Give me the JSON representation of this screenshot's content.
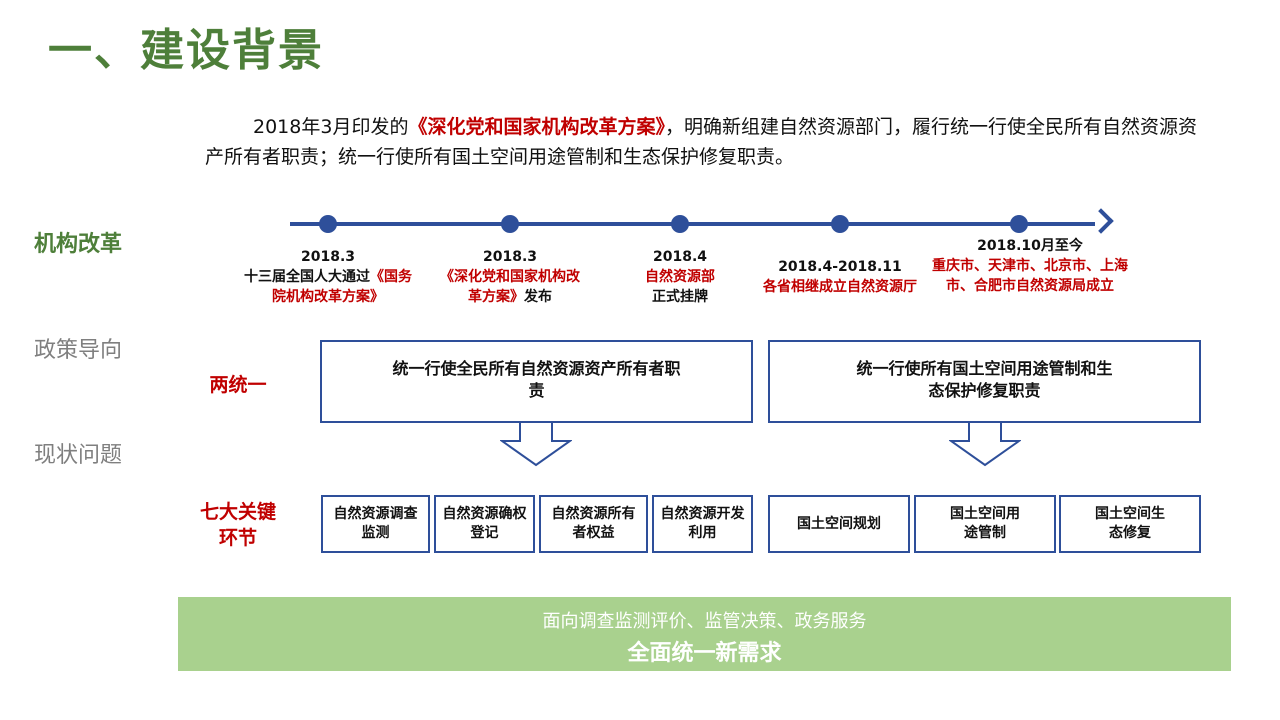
{
  "title": "一、建设背景",
  "intro": {
    "prefix": "2018年3月印发的",
    "highlight": "《深化党和国家机构改革方案》",
    "suffix": "，明确新组建自然资源部门，履行统一行使全民所有自然资源资产所有者职责；统一行使所有国土空间用途管制和生态保护修复职责。"
  },
  "sidebar": [
    {
      "label": "机构改革",
      "state": "active"
    },
    {
      "label": "政策导向",
      "state": "inactive"
    },
    {
      "label": "现状问题",
      "state": "inactive"
    }
  ],
  "timeline": {
    "events": [
      {
        "date": "2018.3",
        "text_black": "十三届全国人大通过",
        "text_red": "《国务院机构改革方案》",
        "text_after": ""
      },
      {
        "date": "2018.3",
        "text_black": "",
        "text_red": "《深化党和国家机构改革方案》",
        "text_after": "发布"
      },
      {
        "date": "2018.4",
        "text_black": "",
        "text_red": "自然资源部",
        "text_after": "正式挂牌"
      },
      {
        "date": "2018.4-2018.11",
        "text_black": "",
        "text_red": "各省相继成立自然资源厅",
        "text_after": ""
      },
      {
        "date": "2018.10月至今",
        "text_black": "",
        "text_red": "重庆市、天津市、北京市、上海市、合肥市自然资源局成立",
        "text_after": ""
      }
    ]
  },
  "two_unify": {
    "label": "两统一",
    "left": "统一行使全民所有自然资源资产所有者职责",
    "right": "统一行使所有国土空间用途管制和生态保护修复职责"
  },
  "key_links": {
    "label": "七大关键环节",
    "items": [
      "自然资源调查监测",
      "自然资源确权登记",
      "自然资源所有者权益",
      "自然资源开发利用",
      "国土空间规划",
      "国土空间用途管制",
      "国土空间生态修复"
    ]
  },
  "banner": {
    "line1": "面向调查监测评价、监管决策、政务服务",
    "line2": "全面统一新需求"
  },
  "colors": {
    "title_green": "#4e7f3a",
    "accent_red": "#c00000",
    "line_blue": "#2e4f9a",
    "banner_green": "#a9d18e"
  }
}
